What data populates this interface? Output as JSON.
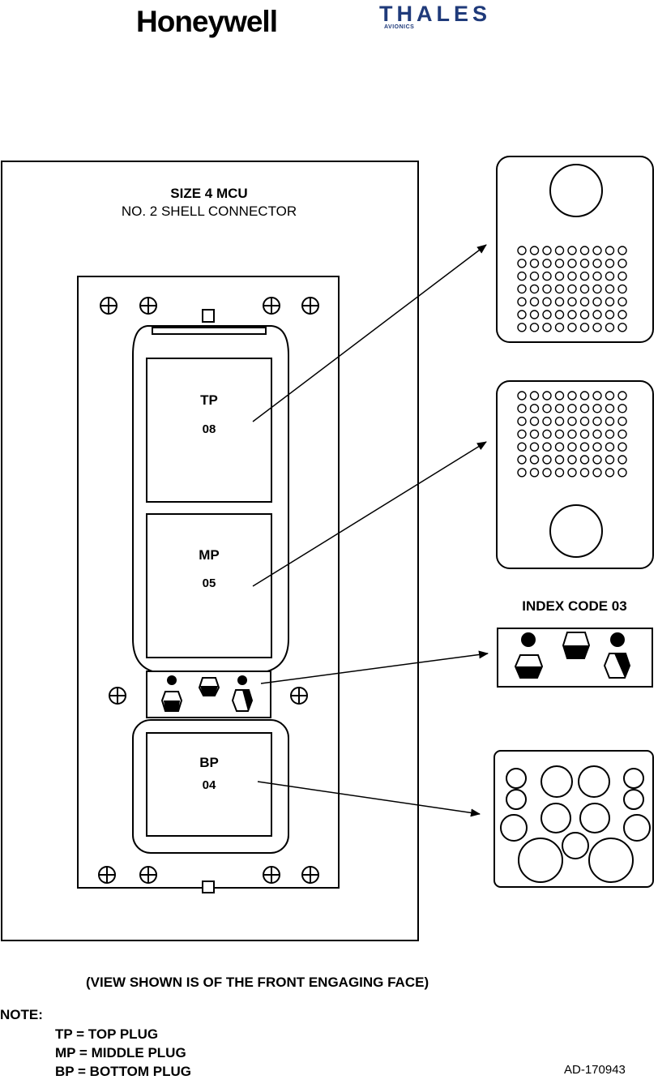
{
  "logos": {
    "brand1": "Honeywell",
    "brand2": "THALES",
    "brand2_sub": "AVIONICS"
  },
  "title": {
    "line1": "SIZE 4 MCU",
    "line2": "NO. 2 SHELL CONNECTOR"
  },
  "plugs": [
    {
      "label": "TP",
      "code": "08"
    },
    {
      "label": "MP",
      "code": "05"
    },
    {
      "label": "BP",
      "code": "04"
    }
  ],
  "index_code": {
    "title": "INDEX CODE 03"
  },
  "caption": "(VIEW SHOWN IS OF THE FRONT ENGAGING FACE)",
  "note": {
    "heading": "NOTE:",
    "items": [
      "TP = TOP PLUG",
      "MP = MIDDLE PLUG",
      "BP = BOTTOM PLUG"
    ]
  },
  "doc_id": "AD-170943",
  "icons": [
    "screw-icon",
    "index-key-icon"
  ]
}
